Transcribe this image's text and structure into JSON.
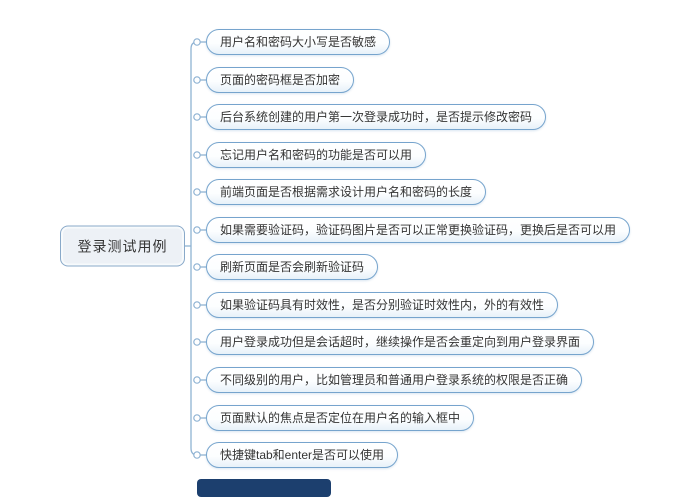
{
  "diagram": {
    "type": "mindmap",
    "root": {
      "label": "登录测试用例"
    },
    "children": [
      {
        "label": "用户名和密码大小写是否敏感"
      },
      {
        "label": "页面的密码框是否加密"
      },
      {
        "label": "后台系统创建的用户第一次登录成功时，是否提示修改密码"
      },
      {
        "label": "忘记用户名和密码的功能是否可以用"
      },
      {
        "label": "前端页面是否根据需求设计用户名和密码的长度"
      },
      {
        "label": "如果需要验证码，验证码图片是否可以正常更换验证码，更换后是否可以用"
      },
      {
        "label": "刷新页面是否会刷新验证码"
      },
      {
        "label": "如果验证码具有时效性，是否分别验证时效性内，外的有效性"
      },
      {
        "label": "用户登录成功但是会话超时，继续操作是否会重定向到用户登录界面"
      },
      {
        "label": "不同级别的用户，比如管理员和普通用户登录系统的权限是否正确"
      },
      {
        "label": "页面默认的焦点是否定位在用户名的输入框中"
      },
      {
        "label": "快捷键tab和enter是否可以使用"
      }
    ]
  },
  "colors": {
    "connector": "#8fb3d3",
    "junction_fill": "#ffffff",
    "node_border": "#76a4cd",
    "node_fill_top": "#ffffff",
    "node_fill_bottom": "#e7f1f9",
    "root_fill": "#edf1f6",
    "root_border": "#89a9c9",
    "text": "#333333",
    "watermark": "#1c3f6e"
  }
}
